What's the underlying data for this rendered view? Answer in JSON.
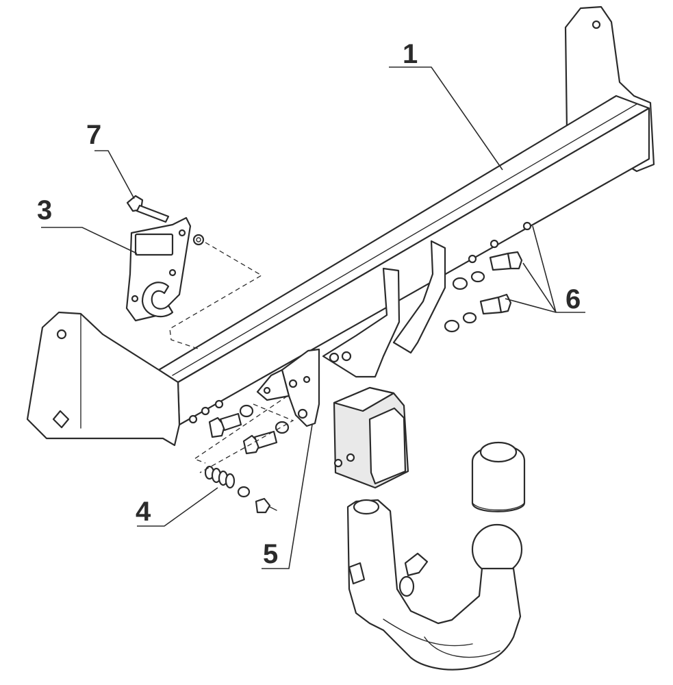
{
  "callouts": {
    "c1": "1",
    "c3": "3",
    "c4": "4",
    "c5": "5",
    "c6": "6",
    "c7": "7"
  },
  "colors": {
    "line": "#2b2b2b",
    "fill": "#ffffff",
    "shade": "#e9e9e9"
  }
}
